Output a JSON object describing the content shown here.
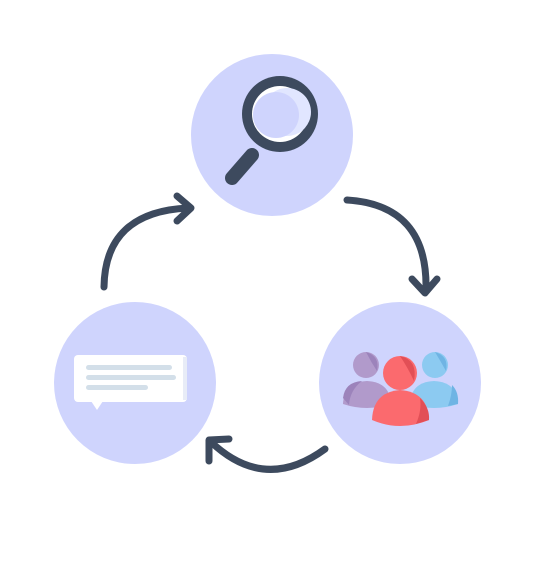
{
  "diagram": {
    "type": "cycle",
    "nodes": [
      {
        "id": "search",
        "icon": "magnifying-glass-icon"
      },
      {
        "id": "people",
        "icon": "user-group-icon"
      },
      {
        "id": "message",
        "icon": "chat-bubble-icon"
      }
    ],
    "edges": [
      {
        "from": "search",
        "to": "people"
      },
      {
        "from": "people",
        "to": "message"
      },
      {
        "from": "message",
        "to": "search"
      }
    ]
  },
  "colors": {
    "node_fill": "#cfd4fd",
    "arrow": "#3d4a5e",
    "magnifier_frame": "#3d4a5e",
    "magnifier_glass": "#e1e6ff",
    "person_left": "#b19acb",
    "person_center": "#fb6a6e",
    "person_right": "#8ccaf1",
    "bubble": "#ffffff",
    "bubble_lines": "#d3dfe9"
  }
}
